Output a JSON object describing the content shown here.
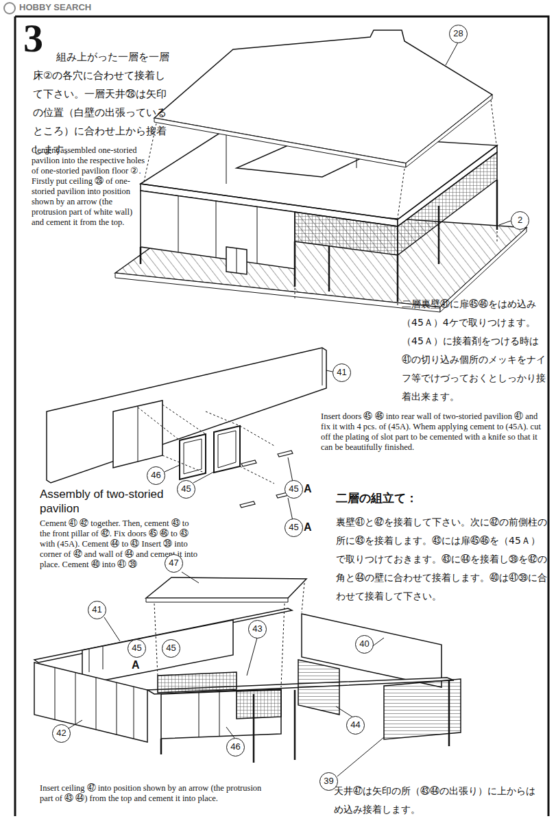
{
  "diagram": {
    "labels": [
      "HOBBY SEARCH",
      "3",
      "組み上がった一層を一層床②の各穴に合わせて接着して下さい。一層天井㉘は矢印の位置（白壁の出張っているところ）に合わせ上から接着します。",
      "Cement assembled one-storied pavilion into the respective holes of one-storied pavilion floor ②. Firstly put ceiling ㉘ of one-storied pavilion into position shown by an arrow (the protrusion part of white wall) and cement it from the top.",
      "28",
      "2",
      "二層裏壁㊶に扉㊺㊻をはめ込み（45Ａ）4ケで取りつけます。（45Ａ）に接着剤をつける時は㊶の切り込み個所のメッキをナイフ等でけづっておくとしっかり接着出来ます。",
      "41",
      "Insert doors ㊺ ㊻ into rear wall of two-storied pavilion ㊶ and fix it with 4 pcs. of (45A). Whem applying cement to (45A). cut off the plating of slot part to be cemented with a knife so that it can be beautifully finished.",
      "46",
      "45",
      "45",
      "A",
      "45",
      "A",
      "Assembly of two-storied pavilion",
      "Cement ㊶ ㊷ together. Then, cement ㊸ to the front pillar of ㊷. Fix doors ㊺ ㊻ to ㊸ with (45A). Cement ㊹ to ㊸ Insert ㊴ into corner of ㊷ and wall of ㊹ and cement it into place. Cement ㊵ into ㊶ ㊴",
      "二層の組立て：",
      "裏壁㊶と㊷を接着して下さい。次に㊷の前側柱の所に㊸を接着します。㊸には扉㊺㊻を（45Ａ）で取りつけておきます。㊸に㊹を接着し㊴を㊷の角と㊹の壁に合わせて接着します。㊵は㊶㊴に合わせて接着して下さい。",
      "47",
      "41",
      "43",
      "40",
      "45",
      "A",
      "45",
      "42",
      "46",
      "44",
      "39",
      "Insert ceiling ㊼ into position shown by an arrow (the protrusion part of ㊸ ㊹) from the top and cement it into place.",
      "天井㊼は矢印の所（㊸㊹の出張り）に上からはめ込み接着します。"
    ]
  }
}
